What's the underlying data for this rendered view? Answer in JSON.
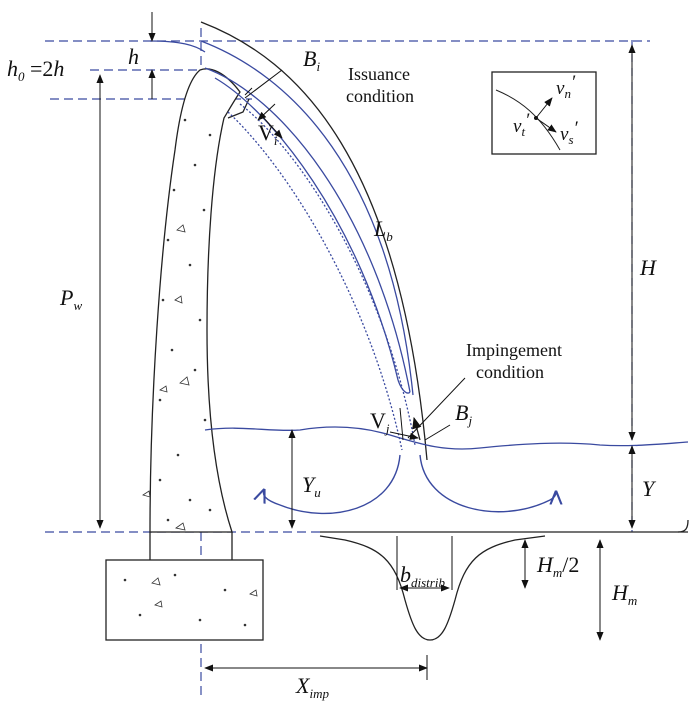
{
  "colors": {
    "structure": "#222222",
    "water": "#3a4aa0",
    "guide": "#3a4aa0",
    "background": "#ffffff"
  },
  "labels": {
    "h0_main": "h",
    "h0_sub": "0",
    "h0_rest": " =2",
    "h0_h": "h",
    "h": "h",
    "Bi_main": "B",
    "Bi_sub": "i",
    "Vi_main": "V",
    "Vi_sub": "i",
    "Lb_main": "L",
    "Lb_sub": "b",
    "H": "H",
    "Pw_main": "P",
    "Pw_sub": "w",
    "Vj_main": "V",
    "Vj_sub": "j",
    "Bj_main": "B",
    "Bj_sub": "j",
    "Yu_main": "Y",
    "Yu_sub": "u",
    "Y": "Y",
    "bdist_main": "b",
    "bdist_sub": "distrib",
    "Hm2_main": "H",
    "Hm2_sub": "m",
    "Hm2_rest": "/2",
    "Hm_main": "H",
    "Hm_sub": "m",
    "Ximp_main": "X",
    "Ximp_sub": "imp"
  },
  "annotations": {
    "issuance_line1": "Issuance",
    "issuance_line2": "condition",
    "impingement_line1": "Impingement",
    "impingement_line2": "condition"
  },
  "inset": {
    "vn_main": "v",
    "vn_sub": "n",
    "vt_main": "v",
    "vt_sub": "t",
    "vs_main": "v",
    "vs_sub": "s",
    "prime": "′"
  }
}
